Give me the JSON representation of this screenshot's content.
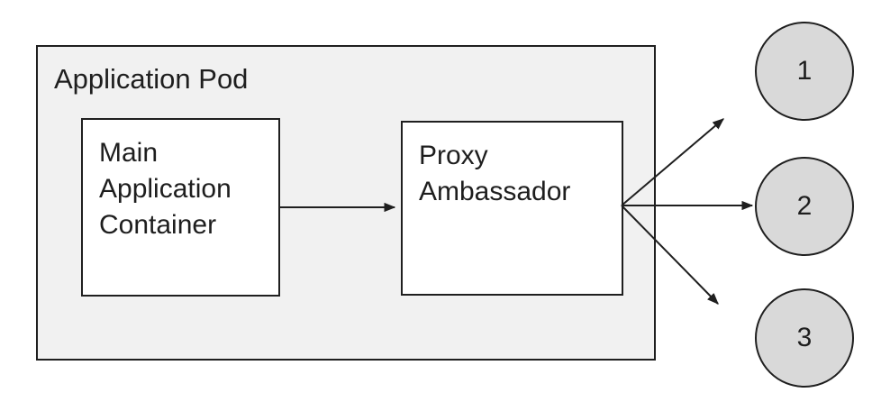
{
  "pod": {
    "label": "Application Pod"
  },
  "main_container": {
    "label": "Main Application Container"
  },
  "proxy_container": {
    "label": "Proxy Ambassador"
  },
  "endpoints": [
    {
      "label": "1"
    },
    {
      "label": "2"
    },
    {
      "label": "3"
    }
  ],
  "colors": {
    "canvas_background": "#ffffff",
    "pod_fill": "#f1f1f1",
    "node_fill": "#ffffff",
    "endpoint_fill": "#d9d9d9",
    "stroke": "#1f1f1f",
    "text": "#1e1e1e"
  }
}
